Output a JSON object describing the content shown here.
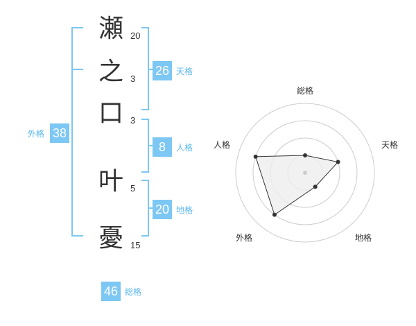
{
  "name": {
    "chars": [
      {
        "char": "瀬",
        "strokes": "20"
      },
      {
        "char": "之",
        "strokes": "3"
      },
      {
        "char": "口",
        "strokes": "3"
      },
      {
        "char": "叶",
        "strokes": "5"
      },
      {
        "char": "憂",
        "strokes": "15"
      }
    ]
  },
  "fortune": {
    "tenkaku": {
      "value": "26",
      "label": "天格"
    },
    "jinkaku": {
      "value": "8",
      "label": "人格"
    },
    "chikaku": {
      "value": "20",
      "label": "地格"
    },
    "gaikaku": {
      "value": "38",
      "label": "外格"
    },
    "soukaku": {
      "value": "46",
      "label": "総格"
    }
  },
  "radar": {
    "axes": [
      "総格",
      "天格",
      "地格",
      "外格",
      "人格"
    ],
    "levels": 4,
    "values": [
      1,
      2,
      1,
      3,
      3
    ],
    "colors": {
      "grid": "#cccccc",
      "fill": "#eeeeee",
      "line": "#333333",
      "point": "#333333",
      "center": "#cccccc"
    }
  },
  "colors": {
    "accent": "#7cc7f3",
    "bracket": "#7cc7f3",
    "label": "#5bb8ef"
  }
}
